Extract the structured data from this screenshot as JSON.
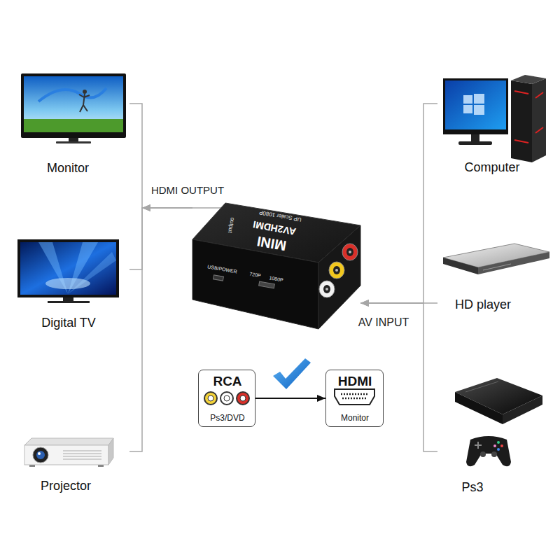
{
  "diagram": {
    "nodes": [
      {
        "text": [
          "Monitor"
        ]
      },
      {
        "text": [
          "Digital TV"
        ]
      },
      {
        "text": [
          "Projector"
        ]
      },
      {
        "text": [
          "MINI",
          "AV2HDMI",
          "UP Scaler 1080P",
          "output",
          "USB/POWER",
          "720P",
          "1080P"
        ]
      },
      {
        "text": [
          "Computer"
        ]
      },
      {
        "text": [
          "HD player"
        ]
      },
      {
        "text": [
          "Ps3"
        ]
      },
      {
        "text": [
          "RCA",
          "Ps3/DVD"
        ]
      },
      {
        "text": [
          "HDMI",
          "Monitor"
        ]
      }
    ],
    "edges": [
      {
        "from": 4,
        "to": 3,
        "arrow": "to"
      },
      {
        "from": 5,
        "to": 3,
        "arrow": "to",
        "label": "AV INPUT"
      },
      {
        "from": 6,
        "to": 3,
        "arrow": "to"
      },
      {
        "from": 3,
        "to": 0,
        "arrow": "to"
      },
      {
        "from": 3,
        "to": 1,
        "arrow": "to",
        "label": "HDMI OUTPUT"
      },
      {
        "from": 3,
        "to": 2,
        "arrow": "to"
      },
      {
        "from": 7,
        "to": 8,
        "arrow": "to"
      }
    ]
  }
}
